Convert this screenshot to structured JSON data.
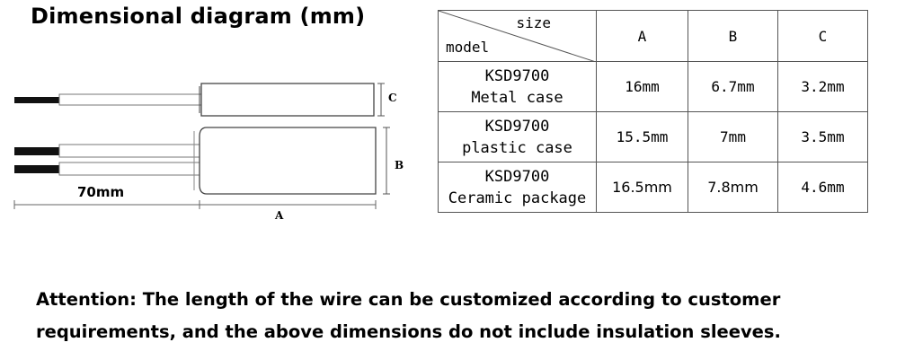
{
  "title": "Dimensional diagram (mm)",
  "diagram": {
    "wire_length_label": "70mm",
    "dim_a": "A",
    "dim_b": "B",
    "dim_c": "C"
  },
  "table": {
    "header_size": "size",
    "header_model": "model",
    "columns": [
      "A",
      "B",
      "C"
    ],
    "rows": [
      {
        "model_line1": "KSD9700",
        "model_line2": "Metal case",
        "a": "16mm",
        "b": "6.7mm",
        "c": "3.2mm"
      },
      {
        "model_line1": "KSD9700",
        "model_line2": "plastic case",
        "a": "15.5mm",
        "b": "7mm",
        "c": "3.5mm"
      },
      {
        "model_line1": "KSD9700",
        "model_line2": "Ceramic package",
        "a": "16.5mm",
        "b": "7.8mm",
        "c": "4.6mm"
      }
    ]
  },
  "attention": "Attention: The length of the wire can be customized according to customer requirements, and the above dimensions do not include insulation sleeves."
}
